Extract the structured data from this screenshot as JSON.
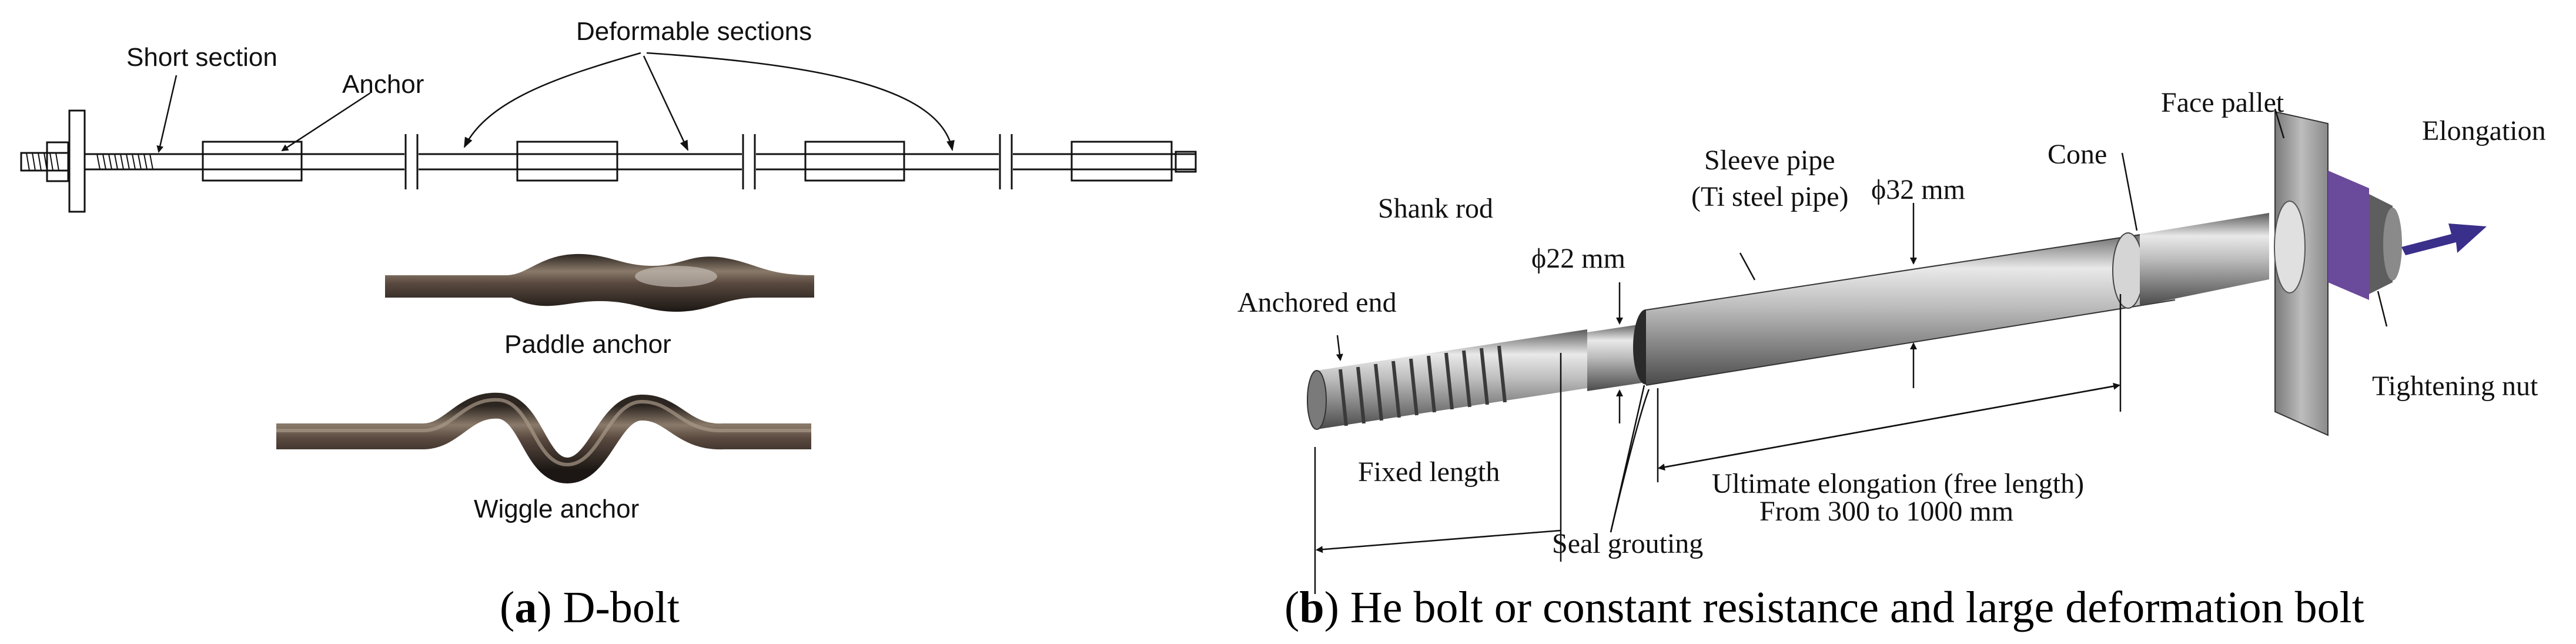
{
  "panel_a": {
    "labels": {
      "short_section": "Short section",
      "anchor": "Anchor",
      "deformable_sections": "Deformable sections",
      "paddle_anchor": "Paddle anchor",
      "wiggle_anchor": "Wiggle anchor"
    },
    "caption": {
      "letter": "a",
      "text": " D-bolt"
    }
  },
  "panel_b": {
    "labels": {
      "face_pallet": "Face pallet",
      "elongation": "Elongation",
      "cone": "Cone",
      "sleeve_pipe": "Sleeve pipe",
      "sleeve_pipe_sub": "(Ti steel pipe)",
      "dia_32": "ϕ32 mm",
      "shank_rod": "Shank rod",
      "dia_22": "ϕ22 mm",
      "anchored_end": "Anchored end",
      "tightening_nut": "Tightening nut",
      "fixed_length": "Fixed length",
      "ultimate_elongation": "Ultimate elongation (free length)",
      "range": "From 300 to 1000 mm",
      "seal_grouting": "Seal grouting"
    },
    "caption": {
      "letter": "b",
      "text": " He bolt or constant resistance and large deformation bolt"
    }
  },
  "colors": {
    "line": "#111111",
    "steel_dark": "#555555",
    "steel_light": "#e8e8e8",
    "nut_purple": "#6a4a9a",
    "arrow_blue": "#3a2f8a"
  }
}
